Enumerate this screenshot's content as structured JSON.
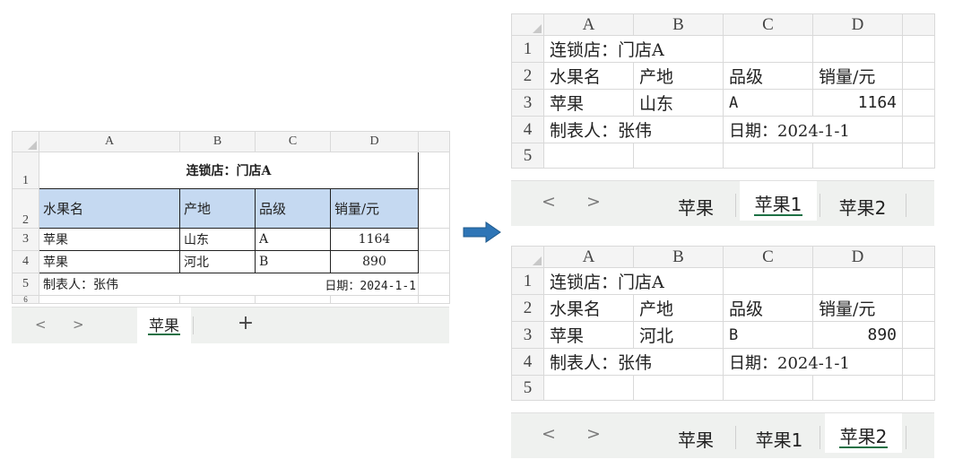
{
  "columns": [
    "A",
    "B",
    "C",
    "D"
  ],
  "left": {
    "rows": [
      "1",
      "2",
      "3",
      "4",
      "5",
      "6"
    ],
    "title": "连锁店：门店A",
    "headers": [
      "水果名",
      "产地",
      "品级",
      "销量/元"
    ],
    "data": [
      [
        "苹果",
        "山东",
        "A",
        "1164"
      ],
      [
        "苹果",
        "河北",
        "B",
        "890"
      ]
    ],
    "maker": "制表人：张伟",
    "date": "日期：2024-1-1",
    "tabs": [
      "苹果"
    ],
    "add_tab": "+",
    "nav_prev": "<",
    "nav_next": ">"
  },
  "right_top": {
    "rows": [
      "1",
      "2",
      "3",
      "4",
      "5"
    ],
    "title": "连锁店：门店A",
    "headers": [
      "水果名",
      "产地",
      "品级",
      "销量/元"
    ],
    "data": [
      "苹果",
      "山东",
      "A",
      "1164"
    ],
    "maker": "制表人：张伟",
    "date": "日期：2024-1-1",
    "tabs": [
      "苹果",
      "苹果1",
      "苹果2"
    ],
    "active_tab": "苹果1",
    "nav_prev": "<",
    "nav_next": ">"
  },
  "right_bottom": {
    "rows": [
      "1",
      "2",
      "3",
      "4",
      "5"
    ],
    "title": "连锁店：门店A",
    "headers": [
      "水果名",
      "产地",
      "品级",
      "销量/元"
    ],
    "data": [
      "苹果",
      "河北",
      "B",
      "890"
    ],
    "maker": "制表人：张伟",
    "date": "日期：2024-1-1",
    "tabs": [
      "苹果",
      "苹果1",
      "苹果2"
    ],
    "active_tab": "苹果2",
    "nav_prev": "<",
    "nav_next": ">"
  },
  "colors": {
    "header_fill": "#c5d9f1",
    "accent": "#1e7145",
    "arrow": "#2e75b6"
  }
}
